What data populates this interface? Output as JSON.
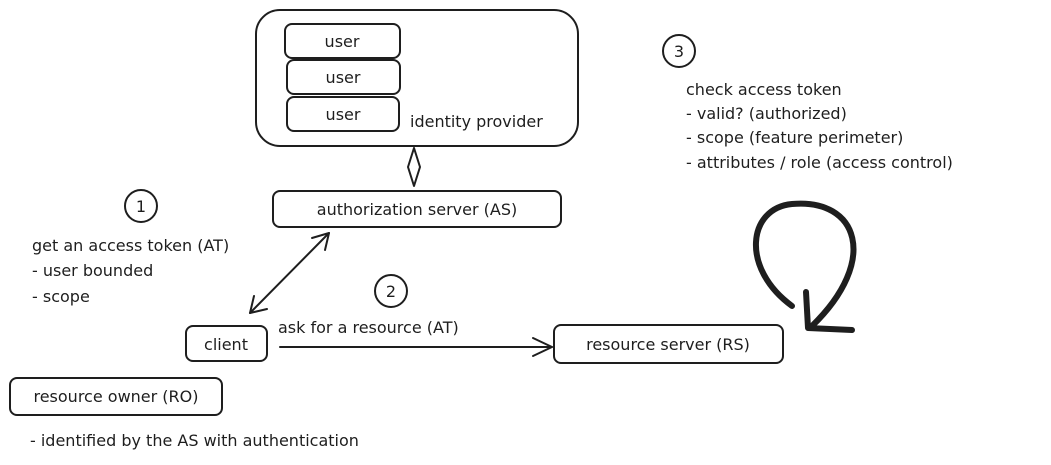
{
  "identity_provider": {
    "users": [
      "user",
      "user",
      "user"
    ],
    "label": "identity provider"
  },
  "authorization_server": {
    "label": "authorization server (AS)"
  },
  "client": {
    "label": "client"
  },
  "resource_server": {
    "label": "resource server (RS)"
  },
  "resource_owner": {
    "label": "resource owner (RO)",
    "note": "- identified by the AS with authentication"
  },
  "step1": {
    "number": "1",
    "lines": [
      "get an access token (AT)",
      "- user bounded",
      "- scope"
    ]
  },
  "step2": {
    "number": "2",
    "label": "ask for a resource (AT)"
  },
  "step3": {
    "number": "3",
    "lines": [
      "check access token",
      "- valid? (authorized)",
      "- scope (feature perimeter)",
      "- attributes / role (access control)"
    ]
  }
}
